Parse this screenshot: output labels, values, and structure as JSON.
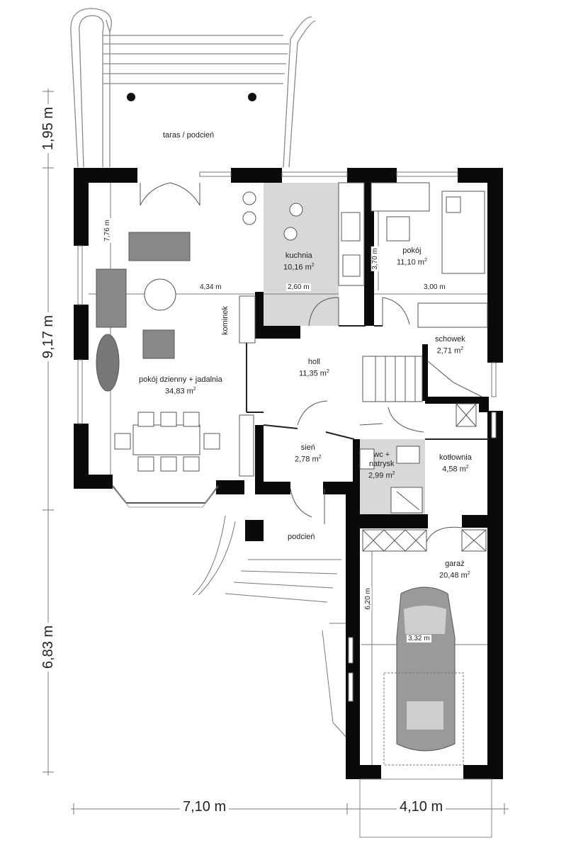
{
  "rooms": {
    "terrace": {
      "name": "taras / podcień"
    },
    "kitchen": {
      "name": "kuchnia",
      "area": "10,16 m",
      "unit_sup": "2"
    },
    "room": {
      "name": "pokój",
      "area": "11,10 m",
      "unit_sup": "2"
    },
    "storage": {
      "name": "schowek",
      "area": "2,71 m",
      "unit_sup": "2"
    },
    "fireplace": {
      "name": "kominek"
    },
    "hall": {
      "name": "holl",
      "area": "11,35 m",
      "unit_sup": "2"
    },
    "living": {
      "name": "pokój dzienny + jadalnia",
      "area": "34,83 m",
      "unit_sup": "2"
    },
    "vestibule": {
      "name": "sień",
      "area": "2,78 m",
      "unit_sup": "2"
    },
    "bathroom": {
      "name_line1": "wc +",
      "name_line2": "natrysk",
      "area": "2,99 m",
      "unit_sup": "2"
    },
    "boiler": {
      "name": "kotłownia",
      "area": "4,58 m",
      "unit_sup": "2"
    },
    "porch": {
      "name": "podcień"
    },
    "garage": {
      "name": "garaż",
      "area": "20,48 m",
      "unit_sup": "2"
    }
  },
  "dimensions": {
    "d_776": "7,76 m",
    "d_434": "4,34 m",
    "d_260": "2,60 m",
    "d_370": "3,70 m",
    "d_300": "3,00 m",
    "d_620": "6,20 m",
    "d_332": "3,32 m"
  },
  "overall": {
    "top_195": "1,95 m",
    "mid_917": "9,17 m",
    "low_683": "6,83 m",
    "bottom_710": "7,10 m",
    "bottom_410": "4,10 m"
  }
}
